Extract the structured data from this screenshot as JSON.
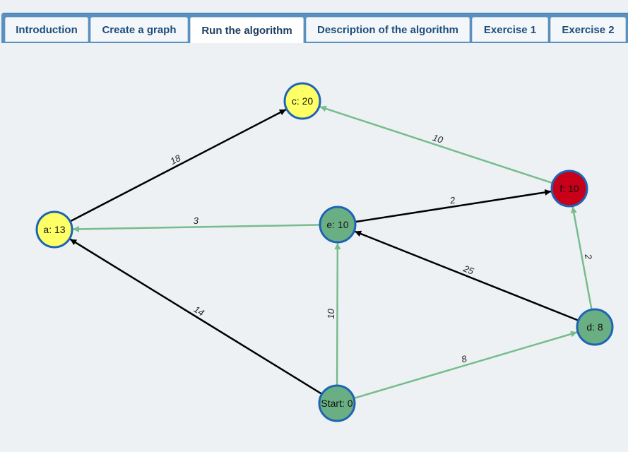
{
  "tabs": [
    {
      "label": "Introduction"
    },
    {
      "label": "Create a graph"
    },
    {
      "label": "Run the algorithm"
    },
    {
      "label": "Description of the algorithm"
    },
    {
      "label": "Exercise 1"
    },
    {
      "label": "Exercise 2"
    }
  ],
  "active_tab": "Run the algorithm",
  "colors": {
    "visited": "#6aaf84",
    "frontier": "#ffff66",
    "current": "#c8001a",
    "node_border": "#1e64b4",
    "edge_default": "#000000",
    "edge_tree": "#76bc8c"
  },
  "graph": {
    "nodes": [
      {
        "id": "c",
        "label": "c: 20",
        "state": "frontier"
      },
      {
        "id": "f",
        "label": "f: 10",
        "state": "current"
      },
      {
        "id": "a",
        "label": "a: 13",
        "state": "frontier"
      },
      {
        "id": "e",
        "label": "e: 10",
        "state": "visited"
      },
      {
        "id": "d",
        "label": "d: 8",
        "state": "visited"
      },
      {
        "id": "start",
        "label": "Start: 0",
        "state": "visited"
      }
    ],
    "edges": [
      {
        "from": "a",
        "to": "c",
        "weight": "18",
        "tree": false
      },
      {
        "from": "f",
        "to": "c",
        "weight": "10",
        "tree": true
      },
      {
        "from": "e",
        "to": "f",
        "weight": "2",
        "tree": false
      },
      {
        "from": "e",
        "to": "a",
        "weight": "3",
        "tree": true
      },
      {
        "from": "d",
        "to": "f",
        "weight": "2",
        "tree": true
      },
      {
        "from": "d",
        "to": "e",
        "weight": "25",
        "tree": false
      },
      {
        "from": "start",
        "to": "a",
        "weight": "14",
        "tree": false
      },
      {
        "from": "start",
        "to": "e",
        "weight": "10",
        "tree": true
      },
      {
        "from": "start",
        "to": "d",
        "weight": "8",
        "tree": true
      }
    ]
  }
}
